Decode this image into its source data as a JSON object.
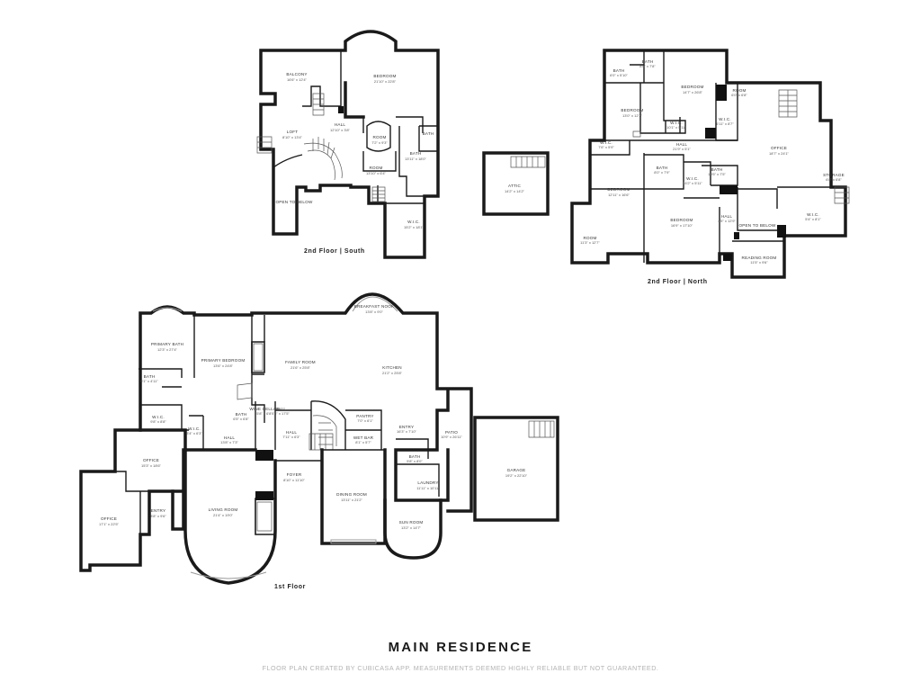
{
  "title": "MAIN RESIDENCE",
  "disclaimer": "FLOOR PLAN CREATED BY CUBICASA APP. MEASUREMENTS DEEMED HIGHLY RELIABLE BUT NOT GUARANTEED.",
  "floors": {
    "second_south": {
      "label": "2nd Floor | South",
      "rooms": [
        {
          "name": "BALCONY",
          "dim": "16'6\" x 12'4\""
        },
        {
          "name": "BEDROOM",
          "dim": "21'10\" x 22'8\""
        },
        {
          "name": "LOFT",
          "dim": "8'10\" x 13'4\""
        },
        {
          "name": "HALL",
          "dim": "12'10\" x 3'8\""
        },
        {
          "name": "ROOM",
          "dim": "7'2\" x 9'3\""
        },
        {
          "name": "BATH",
          "dim": ""
        },
        {
          "name": "BATH",
          "dim": "13'11\" x 18'0\""
        },
        {
          "name": "ROOM",
          "dim": "13'10\" x 6'4\""
        },
        {
          "name": "OPEN TO BELOW",
          "dim": ""
        },
        {
          "name": "W.I.C.",
          "dim": "15'2\" x 18'1\""
        }
      ]
    },
    "attic": {
      "rooms": [
        {
          "name": "ATTIC",
          "dim": "14'2\" x 14'2\""
        }
      ]
    },
    "second_north": {
      "label": "2nd Floor | North",
      "rooms": [
        {
          "name": "BATH",
          "dim": "8'0\" x 7'8\""
        },
        {
          "name": "BATH",
          "dim": "6'0\" x 5'10\""
        },
        {
          "name": "BEDROOM",
          "dim": "14'7\" x 26'8\""
        },
        {
          "name": "BEDROOM",
          "dim": "13'0\" x 12'7\""
        },
        {
          "name": "ROOM",
          "dim": "6'0\" x 6'8\""
        },
        {
          "name": "W.I.C.",
          "dim": "6'11\" x 8'7\""
        },
        {
          "name": "W.I.C.",
          "dim": "10'1\" x 5'11\""
        },
        {
          "name": "OFFICE",
          "dim": "18'7\" x 24'1\""
        },
        {
          "name": "W.I.C.",
          "dim": "7'6\" x 5'9\""
        },
        {
          "name": "HALL",
          "dim": "21'9\" x 5'1\""
        },
        {
          "name": "BATH",
          "dim": "8'0\" x 7'9\""
        },
        {
          "name": "BATH",
          "dim": "10'5\" x 7'5\""
        },
        {
          "name": "BEDROOM",
          "dim": "12'11\" x 16'6\""
        },
        {
          "name": "STORAGE",
          "dim": "6'8\" x 6'8\""
        },
        {
          "name": "W.I.C.",
          "dim": "16'2\" x 5'11\""
        },
        {
          "name": "BEDROOM",
          "dim": "16'9\" x 17'10\""
        },
        {
          "name": "HALL",
          "dim": "4'5\" x 12'9\""
        },
        {
          "name": "OPEN TO BELOW",
          "dim": ""
        },
        {
          "name": "ROOM",
          "dim": "11'3\" x 12'7\""
        },
        {
          "name": "W.I.C.",
          "dim": "5'4\" x 8'1\""
        },
        {
          "name": "READING ROOM",
          "dim": "11'5\" x 9'6\""
        }
      ]
    },
    "first": {
      "label": "1st Floor",
      "rooms": [
        {
          "name": "BREAKFAST NOOK",
          "dim": "13'8\" x 9'0\""
        },
        {
          "name": "PRIMARY BATH",
          "dim": "12'3\" x 27'4\""
        },
        {
          "name": "PRIMARY BEDROOM",
          "dim": "13'6\" x 24'8\""
        },
        {
          "name": "FAMILY ROOM",
          "dim": "21'6\" x 25'8\""
        },
        {
          "name": "KITCHEN",
          "dim": "21'2\" x 25'8\""
        },
        {
          "name": "BATH",
          "dim": "5'1\" x 4'11\""
        },
        {
          "name": "W.I.C.",
          "dim": "9'8\" x 8'8\""
        },
        {
          "name": "W.I.C.",
          "dim": "3'4\" x 6'3\""
        },
        {
          "name": "BATH",
          "dim": "6'5\" x 6'8\""
        },
        {
          "name": "WINE CELLAR",
          "dim": "5'8\" x 6'8\""
        },
        {
          "name": "HALL",
          "dim": "7'11\" x 6'3\""
        },
        {
          "name": "PANTRY",
          "dim": "7'0\" x 6'1\""
        },
        {
          "name": "HALL",
          "dim": "13'8\" x 7'3\""
        },
        {
          "name": "HALL",
          "dim": "4'5\" x 17'5\""
        },
        {
          "name": "ENTRY",
          "dim": "16'3\" x 7'10\""
        },
        {
          "name": "PATIO",
          "dim": "10'9\" x 26'11\""
        },
        {
          "name": "WET BAR",
          "dim": "8'1\" x 5'7\""
        },
        {
          "name": "OFFICE",
          "dim": "15'3\" x 18'6\""
        },
        {
          "name": "BATH",
          "dim": "5'8\" x 8'0\""
        },
        {
          "name": "FOYER",
          "dim": "8'10\" x 11'10\""
        },
        {
          "name": "LAUNDRY",
          "dim": "11'11\" x 10'11\""
        },
        {
          "name": "GARAGE",
          "dim": "19'2\" x 22'10\""
        },
        {
          "name": "ENTRY",
          "dim": "8'8\" x 9'6\""
        },
        {
          "name": "LIVING ROOM",
          "dim": "21'4\" x 19'0\""
        },
        {
          "name": "DINING ROOM",
          "dim": "13'11\" x 21'2\""
        },
        {
          "name": "OFFICE",
          "dim": "17'1\" x 22'5\""
        },
        {
          "name": "SUN ROOM",
          "dim": "13'2\" x 14'7\""
        }
      ]
    }
  }
}
